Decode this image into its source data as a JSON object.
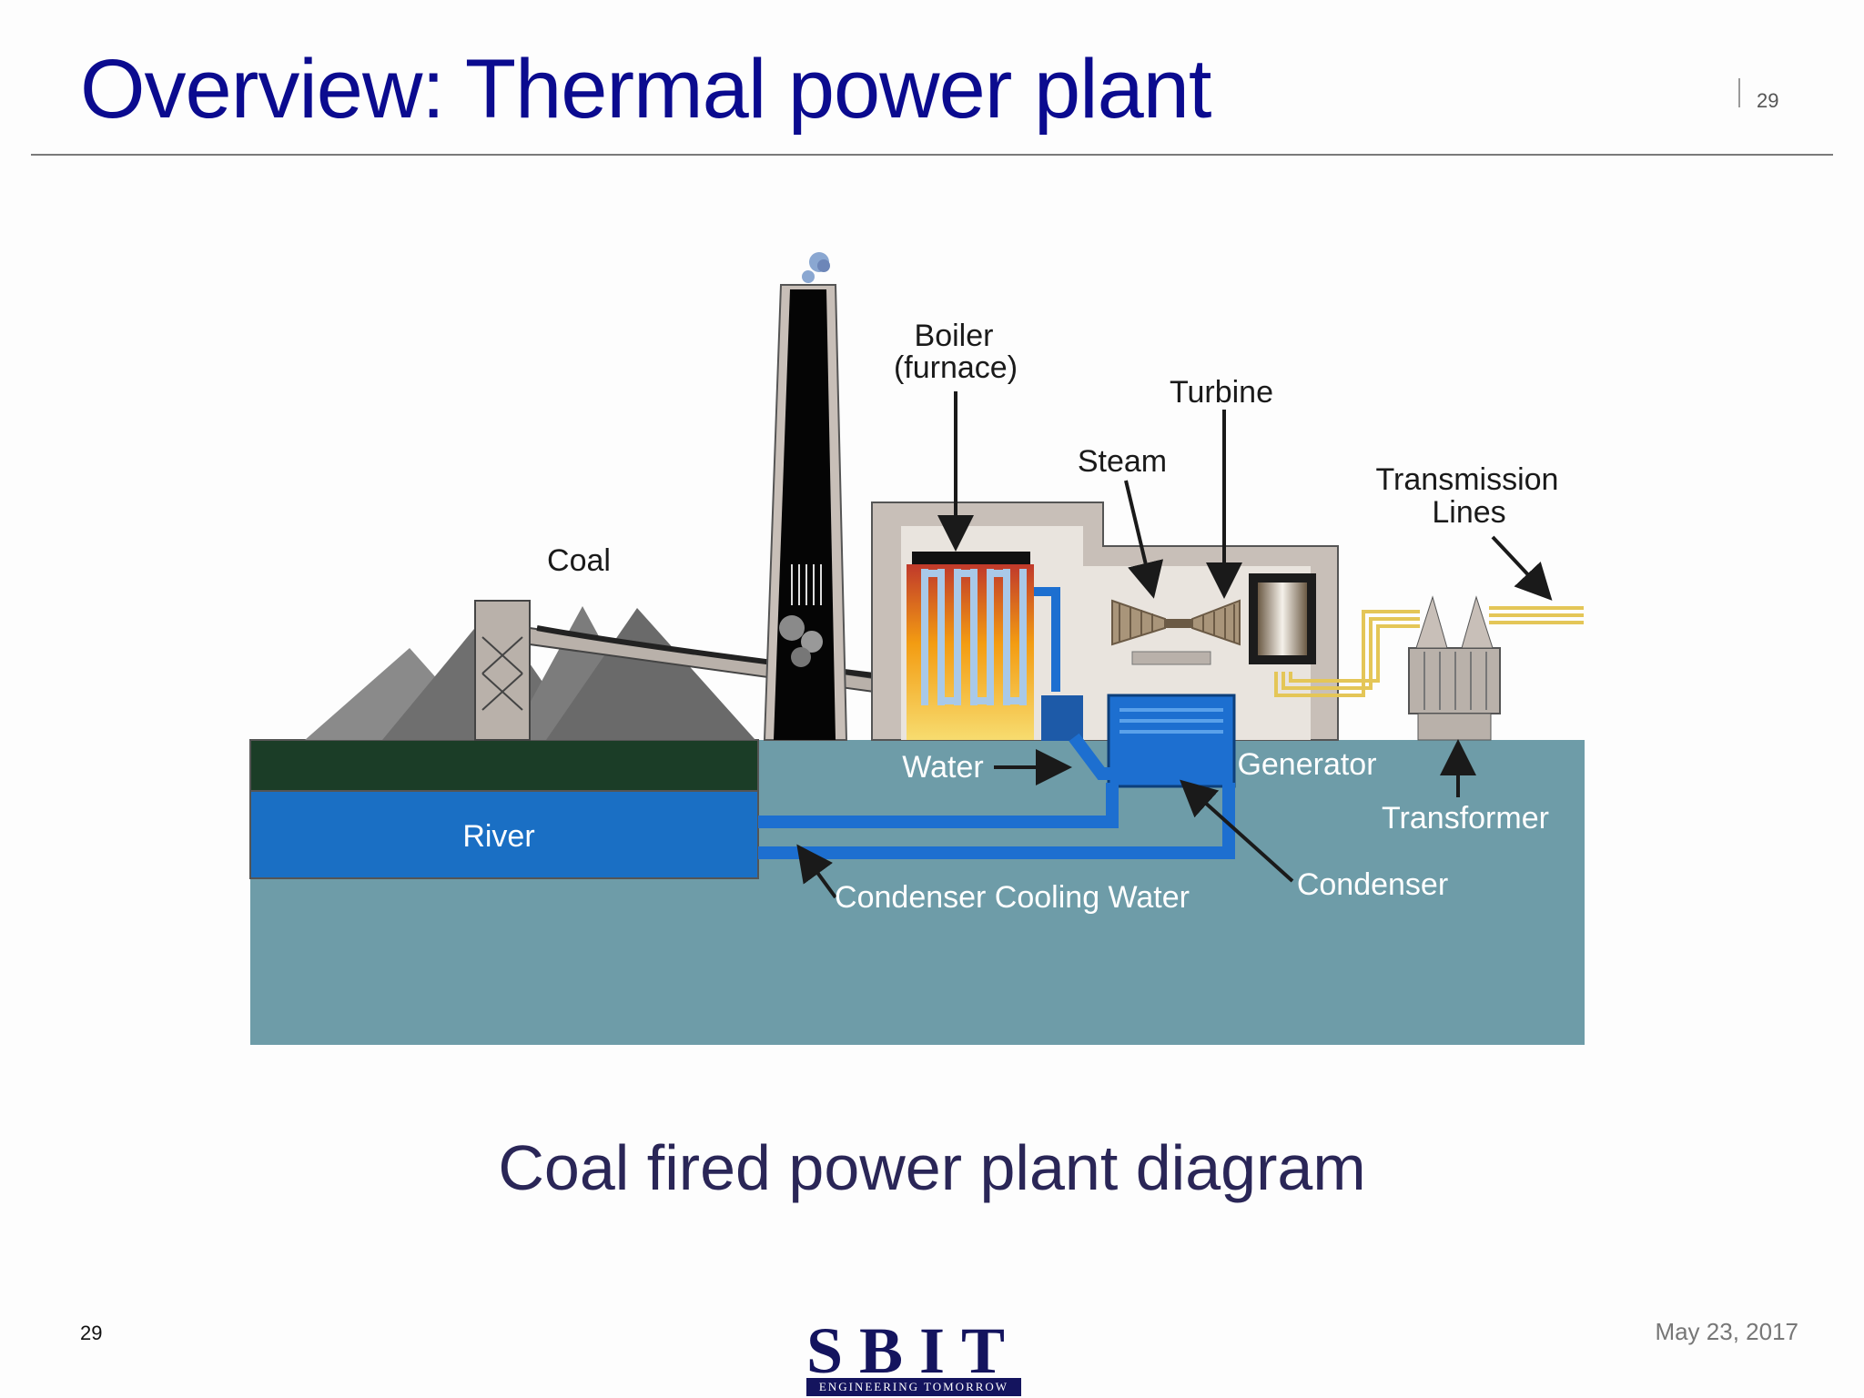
{
  "slide": {
    "title": "Overview: Thermal power plant",
    "page_number": "29",
    "footer_page_number": "29",
    "date": "May 23, 2017",
    "caption": "Coal fired power plant diagram"
  },
  "logo": {
    "name": "SBIT",
    "tagline": "ENGINEERING TOMORROW"
  },
  "diagram": {
    "labels": {
      "boiler_line1": "Boiler",
      "boiler_line2": "(furnace)",
      "turbine": "Turbine",
      "steam": "Steam",
      "transmission_line1": "Transmission",
      "transmission_line2": "Lines",
      "coal": "Coal",
      "water": "Water",
      "generator": "Generator",
      "river": "River",
      "transformer": "Transformer",
      "condenser": "Condenser",
      "condenser_cooling_water": "Condenser Cooling Water"
    },
    "colors": {
      "ground": "#6e9ca8",
      "river": "#1a6fc4",
      "grass": "#1b3d27",
      "chimney": "#050505",
      "building": "#c8bfb8",
      "pipe_blue": "#1d6fd0",
      "power_lines": "#e4c657",
      "arrow": "#1a1a1a"
    }
  }
}
